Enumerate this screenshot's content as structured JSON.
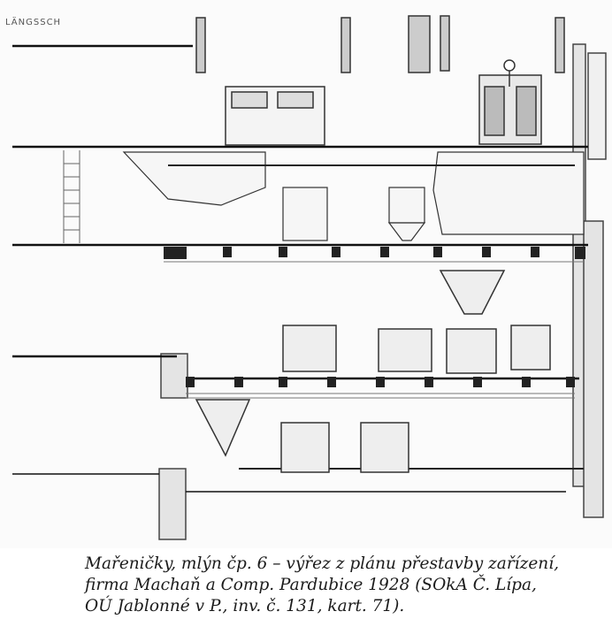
{
  "drawing": {
    "stamp_label": "LÄNGSSCH"
  },
  "caption": {
    "lines": [
      "Mařeničky, mlýn čp. 6 – výřez z plánu přestavby zařízení,",
      "firma Machaň a Comp. Pardubice 1928 (SOkA Č. Lípa,",
      "OÚ Jablonné v P., inv. č. 131, kart. 71)."
    ]
  }
}
